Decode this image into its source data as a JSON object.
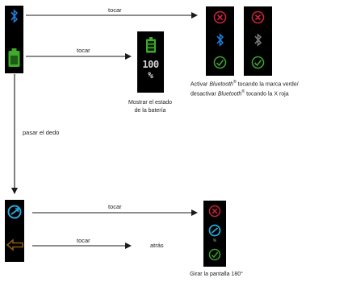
{
  "labels": {
    "tap_top": "tocar",
    "tap_middle": "tocar",
    "swipe": "pasar el dedo",
    "tap_bottom_1": "tocar",
    "tap_bottom_2": "tocar",
    "back": "atrás"
  },
  "captions": {
    "battery_line1": "Mostrar el estado",
    "battery_line2": "de la batería",
    "bt_line1_a": "Activar ",
    "bt_line1_italic": "Bluetooth",
    "bt_line1_sup": "®",
    "bt_line1_b": " tocando la marca verde/",
    "bt_line2_a": "desactivar ",
    "bt_line2_italic": "Bluetooth",
    "bt_line2_sup": "®",
    "bt_line2_b": " tocando la X roja",
    "rotate": "Girar la pantalla 180°"
  },
  "battery": {
    "value": "100",
    "unit": "%"
  },
  "rotate_screen": {
    "small_text": "%"
  },
  "colors": {
    "screen_bg": "#000000",
    "bluetooth_blue": "#1f7bd6",
    "battery_green": "#3faa2b",
    "red_x": "#c8223a",
    "green_check": "#3aa12e",
    "cyan_rotate": "#29a7d8",
    "orange_back": "#8a5a16",
    "gray_bt": "#7a7a7a"
  },
  "icons": [
    "bluetooth-icon",
    "battery-icon",
    "red-x-icon",
    "green-check-icon",
    "rotate-icon",
    "back-arrow-icon",
    "battery-bars-icon"
  ]
}
